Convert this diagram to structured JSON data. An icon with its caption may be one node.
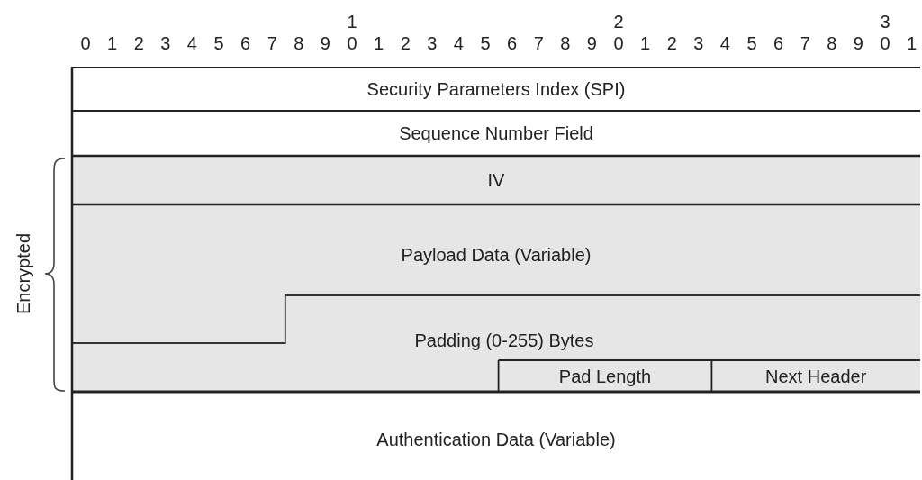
{
  "diagram": {
    "nodes": [
      {
        "text": [
          "Security Parameters Index (SPI)"
        ]
      },
      {
        "text": [
          "Sequence Number Field"
        ]
      },
      {
        "text": [
          "IV"
        ]
      },
      {
        "text": [
          "Payload Data (Variable)"
        ]
      },
      {
        "text": [
          "Padding (0-255) Bytes"
        ]
      },
      {
        "text": [
          "Pad Length"
        ],
        "in": 4
      },
      {
        "text": [
          "Next Header"
        ],
        "in": 4
      },
      {
        "text": [
          "Authentication Data (Variable)"
        ]
      }
    ],
    "labels": [
      "1",
      "2",
      "3",
      "0",
      "1",
      "2",
      "3",
      "4",
      "5",
      "6",
      "7",
      "8",
      "9",
      "0",
      "1",
      "2",
      "3",
      "4",
      "5",
      "6",
      "7",
      "8",
      "9",
      "0",
      "1",
      "2",
      "3",
      "4",
      "5",
      "6",
      "7",
      "8",
      "9",
      "0",
      "1",
      "Encrypted"
    ]
  }
}
